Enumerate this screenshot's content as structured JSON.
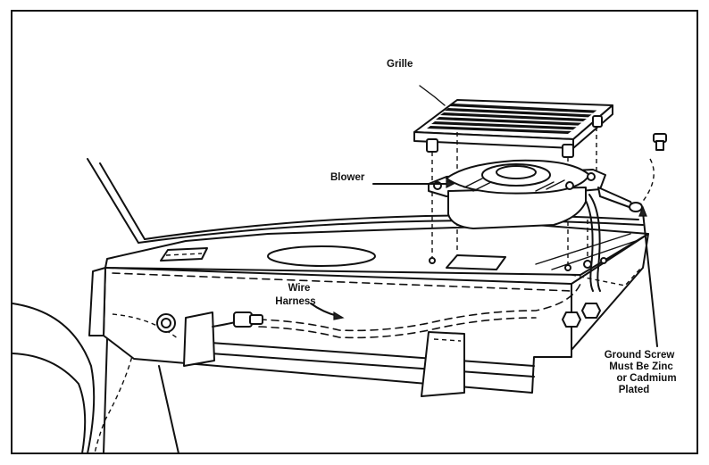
{
  "labels": {
    "grille": "Grille",
    "blower": "Blower",
    "wire": "Wire",
    "harness": "Harness",
    "ground_screw": "Ground Screw",
    "must_be_zinc": "Must Be Zinc",
    "or_cadmium": "or Cadmium",
    "plated": "Plated"
  }
}
